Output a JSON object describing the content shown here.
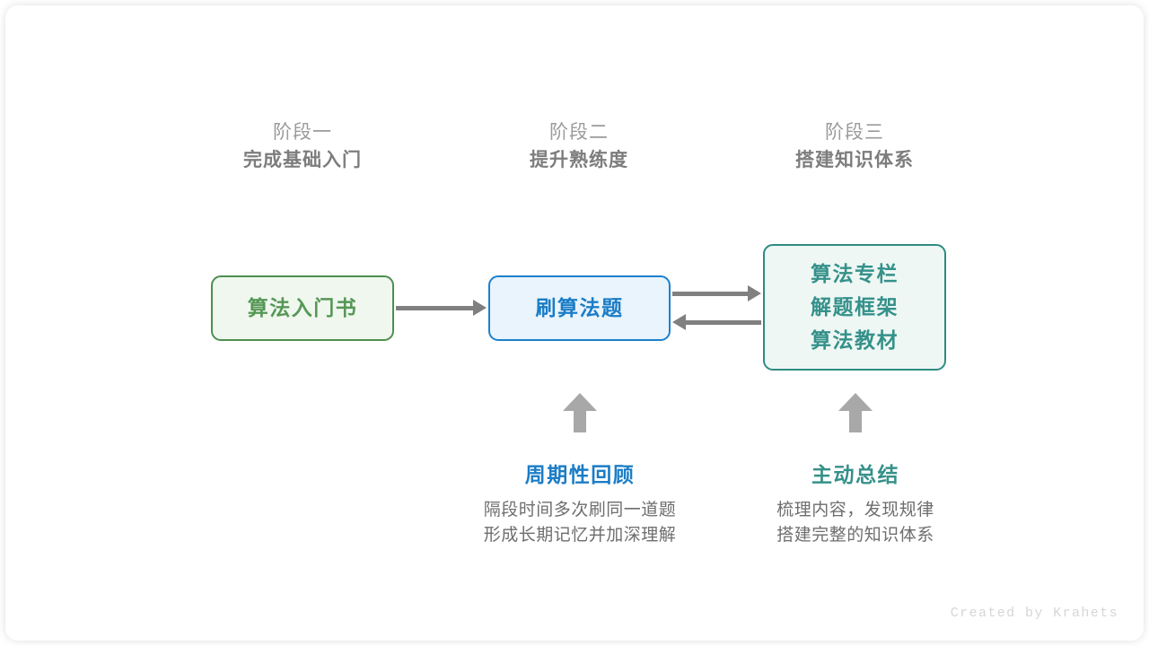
{
  "diagram": {
    "stages": [
      {
        "label": "阶段一",
        "title": "完成基础入门"
      },
      {
        "label": "阶段二",
        "title": "提升熟练度"
      },
      {
        "label": "阶段三",
        "title": "搭建知识体系"
      }
    ],
    "nodes": [
      {
        "id": "book",
        "lines": [
          "算法入门书"
        ],
        "color": "#569755",
        "border": "#4e8f4f",
        "fill": "#eff7ef"
      },
      {
        "id": "practice",
        "lines": [
          "刷算法题"
        ],
        "color": "#1b7dc6",
        "border": "#1e80cc",
        "fill": "#e9f4fd"
      },
      {
        "id": "resources",
        "lines": [
          "算法专栏",
          "解题框架",
          "算法教材"
        ],
        "color": "#35918a",
        "border": "#2e8b82",
        "fill": "#eef7f4"
      }
    ],
    "annotations": [
      {
        "title": "周期性回顾",
        "color": "#1b7dc6",
        "desc_line1": "隔段时间多次刷同一道题",
        "desc_line2": "形成长期记忆并加深理解"
      },
      {
        "title": "主动总结",
        "color": "#35918a",
        "desc_line1": "梳理内容，发现规律",
        "desc_line2": "搭建完整的知识体系"
      }
    ],
    "arrow_color": "#808080",
    "up_arrow_color": "#a8a8a8",
    "watermark": "Created by Krahets"
  }
}
